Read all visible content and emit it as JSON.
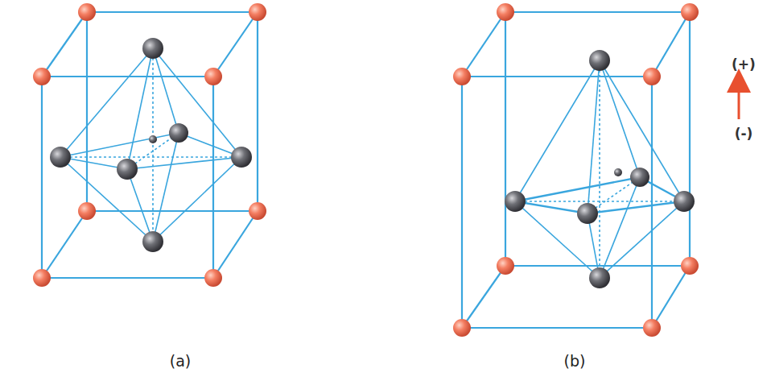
{
  "diagram": {
    "labels": [
      "(+)",
      "(-)",
      "(a)",
      "(b)"
    ]
  }
}
